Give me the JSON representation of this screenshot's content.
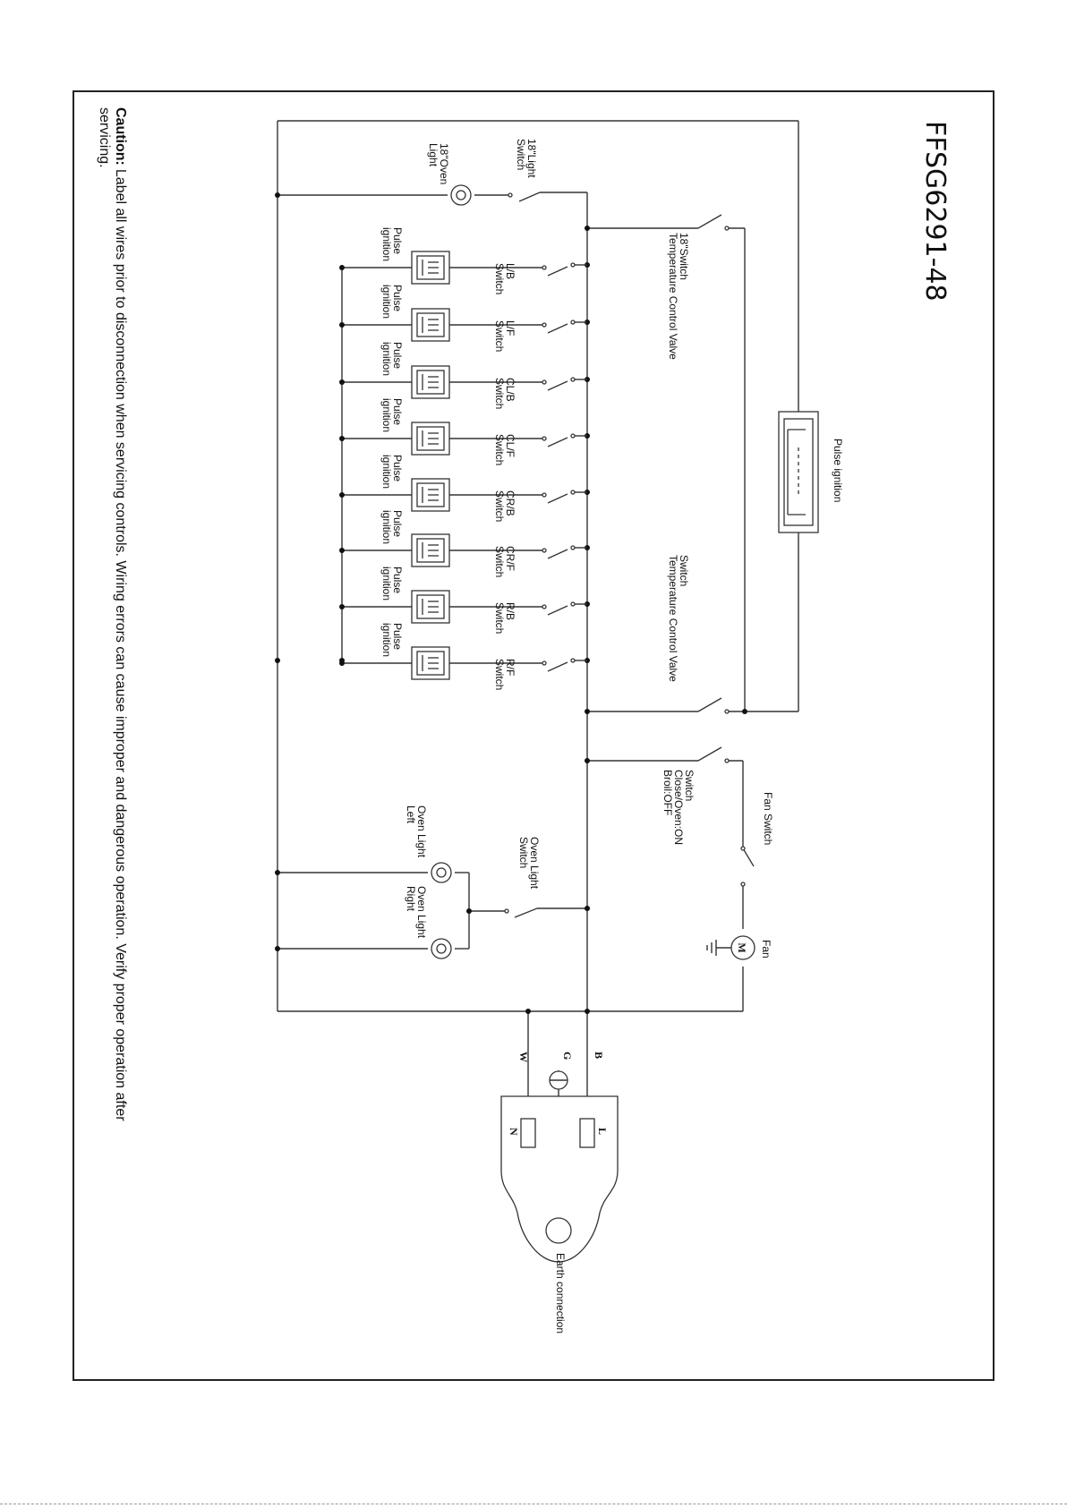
{
  "document": {
    "title": "FFSG6291-48",
    "caution_label": "Caution:",
    "caution_text_1": "Label all wires prior to disconnection when servicing controls. Wiring errors can cause improper and dangerous operation. Verify proper operation after",
    "caution_text_2": "servicing."
  },
  "labels": {
    "light18_switch_1": "18\"Light",
    "light18_switch_2": "Switch",
    "oven18_light_1": "18\"Oven",
    "oven18_light_2": "Light",
    "tcv18_1": "18\"Switch",
    "tcv18_2": "Temperature Control Valve",
    "tcv_1": "Switch",
    "tcv_2": "Temperature Control Valve",
    "pulse_ignition_main": "Pulse ignition",
    "fan_switch": "Fan Switch",
    "fan": "Fan",
    "motor_letter": "M",
    "close_switch_1": "Switch",
    "close_switch_2": "Close/Oven:ON",
    "close_switch_3": "Broil:OFF",
    "oven_light_switch_1": "Oven Light",
    "oven_light_switch_2": "Switch",
    "oven_light_left_1": "Oven Light",
    "oven_light_left_2": "Left",
    "oven_light_right_1": "Oven Light",
    "oven_light_right_2": "Right",
    "wire_b": "B",
    "wire_g": "G",
    "wire_w": "W",
    "plug_l": "L",
    "plug_n": "N",
    "earth": "Earth connection"
  },
  "burners": [
    {
      "switch_1": "L/B",
      "switch_2": "Switch",
      "ign_1": "Pulse",
      "ign_2": "ignition"
    },
    {
      "switch_1": "L/F",
      "switch_2": "Switch",
      "ign_1": "Pulse",
      "ign_2": "ignition"
    },
    {
      "switch_1": "CL/B",
      "switch_2": "Switch",
      "ign_1": "Pulse",
      "ign_2": "ignition"
    },
    {
      "switch_1": "CL/F",
      "switch_2": "Switch",
      "ign_1": "Pulse",
      "ign_2": "ignition"
    },
    {
      "switch_1": "CR/B",
      "switch_2": "Switch",
      "ign_1": "Pulse",
      "ign_2": "ignition"
    },
    {
      "switch_1": "CR/F",
      "switch_2": "Switch",
      "ign_1": "Pulse",
      "ign_2": "ignition"
    },
    {
      "switch_1": "R/B",
      "switch_2": "Switch",
      "ign_1": "Pulse",
      "ign_2": "ignition"
    },
    {
      "switch_1": "R/F",
      "switch_2": "Switch",
      "ign_1": "Pulse",
      "ign_2": "ignition"
    }
  ]
}
